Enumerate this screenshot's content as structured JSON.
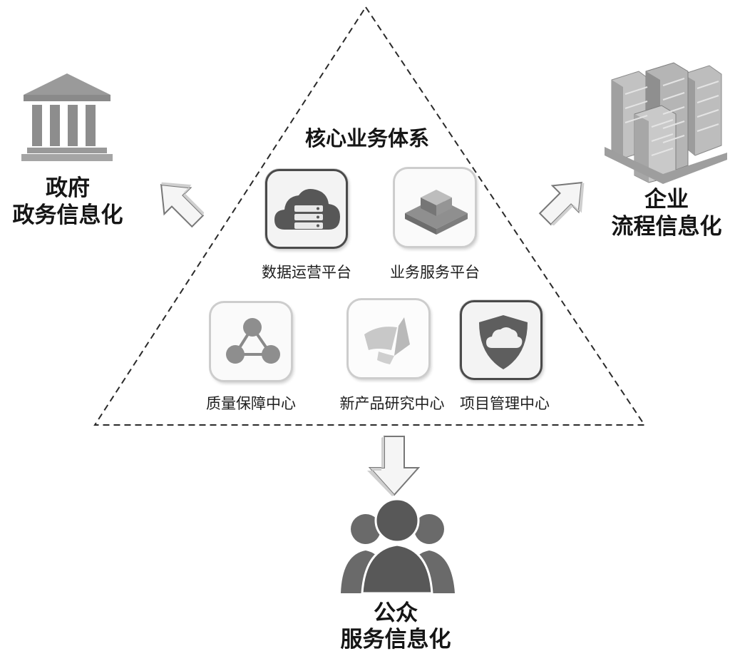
{
  "core_system": {
    "title": "核心业务体系",
    "modules": [
      {
        "label": "数据运营平台",
        "icon": "cloud-server-icon"
      },
      {
        "label": "业务服务平台",
        "icon": "stacked-cubes-icon"
      },
      {
        "label": "质量保障中心",
        "icon": "network-nodes-icon"
      },
      {
        "label": "新产品研究中心",
        "icon": "chart-fan-icon"
      },
      {
        "label": "项目管理中心",
        "icon": "cloud-shield-icon"
      }
    ]
  },
  "government": {
    "line1": "政府",
    "line2": "政务信息化",
    "icon": "government-building-icon"
  },
  "enterprise": {
    "line1": "企业",
    "line2": "流程信息化",
    "icon": "office-towers-icon"
  },
  "public": {
    "line1": "公众",
    "line2": "服务信息化",
    "icon": "people-group-icon"
  },
  "colors": {
    "dark_gray": "#4d4d4d",
    "mid_gray": "#7a7a7a",
    "light_gray": "#c8c8c8",
    "frame": "#2b2b2b"
  }
}
